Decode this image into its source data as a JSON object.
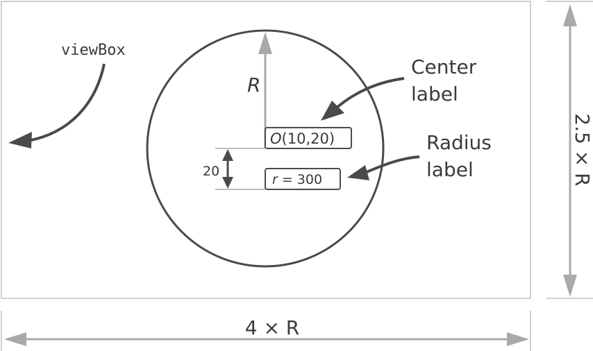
{
  "labels": {
    "viewbox": "viewBox",
    "radius_symbol": "R",
    "center_label": "Center\nlabel",
    "radius_label": "Radius\nlabel",
    "center_box_italic": "O",
    "center_box_rest": "(10,20)",
    "radius_box_italic": "r",
    "radius_box_rest": " = 300",
    "offset_value": "20",
    "width_label": "4 × R",
    "height_label": "2.5 × R"
  },
  "colors": {
    "frame": "#cfcfcf",
    "circle": "#4a4a4a",
    "dark_arrow": "#4a4a4a",
    "light_arrow": "#a9a9a9",
    "text": "#3a3a3a"
  }
}
